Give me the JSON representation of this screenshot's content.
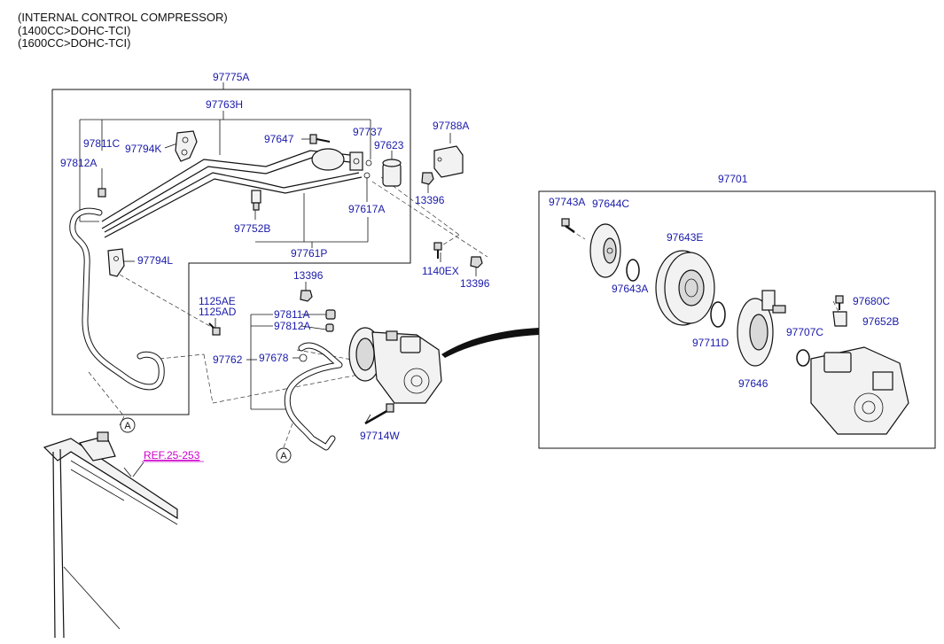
{
  "header": {
    "line1": "(INTERNAL CONTROL COMPRESSOR)",
    "line2": "(1400CC>DOHC-TCI)",
    "line3": "(1600CC>DOHC-TCI)"
  },
  "labels": {
    "p97775A": "97775A",
    "p97763H": "97763H",
    "p97811C": "97811C",
    "p97794K": "97794K",
    "p97812A_top": "97812A",
    "p97647": "97647",
    "p97737": "97737",
    "p97623": "97623",
    "p97617A": "97617A",
    "p97752B": "97752B",
    "p97761P": "97761P",
    "p97794L": "97794L",
    "p97788A": "97788A",
    "p13396_a": "13396",
    "p1140EX": "1140EX",
    "p13396_b": "13396",
    "p13396_c": "13396",
    "p1125AE": "1125AE",
    "p1125AD": "1125AD",
    "p97811A": "97811A",
    "p97812A_mid": "97812A",
    "p97762": "97762",
    "p97678": "97678",
    "p97714W": "97714W",
    "p97701": "97701",
    "p97743A": "97743A",
    "p97644C": "97644C",
    "p97643E": "97643E",
    "p97643A": "97643A",
    "p97680C": "97680C",
    "p97652B": "97652B",
    "p97711D": "97711D",
    "p97707C": "97707C",
    "p97646": "97646"
  },
  "markers": {
    "a_upper": "A",
    "a_lower": "A"
  },
  "reference": {
    "text": "REF.25-253",
    "color": "#cc00cc"
  },
  "colors": {
    "label": "#1a1aaa",
    "line": "#111111"
  }
}
